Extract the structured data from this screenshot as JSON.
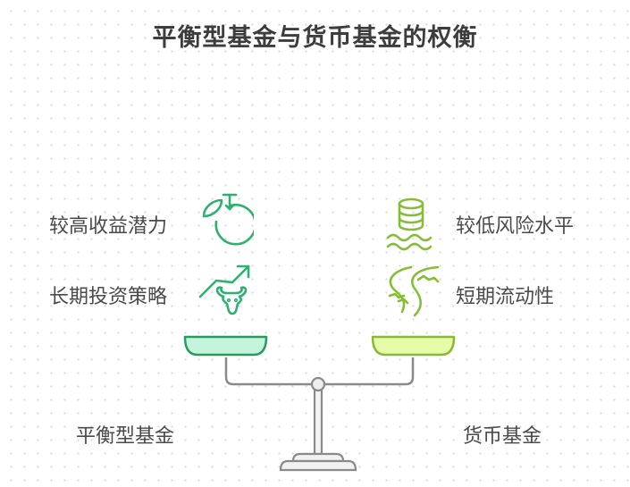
{
  "title": "平衡型基金与货币基金的权衡",
  "left": {
    "name": "平衡型基金",
    "color": "#2fb070",
    "pan_fill": "#c4f5dc",
    "features": [
      {
        "label": "较高收益潜力",
        "icon": "fruit-growth-icon"
      },
      {
        "label": "长期投资策略",
        "icon": "bull-market-icon"
      }
    ]
  },
  "right": {
    "name": "货币基金",
    "color": "#86bd38",
    "pan_fill": "#e6fba8",
    "features": [
      {
        "label": "较低风险水平",
        "icon": "coins-water-icon"
      },
      {
        "label": "短期流动性",
        "icon": "river-flow-icon"
      }
    ]
  }
}
